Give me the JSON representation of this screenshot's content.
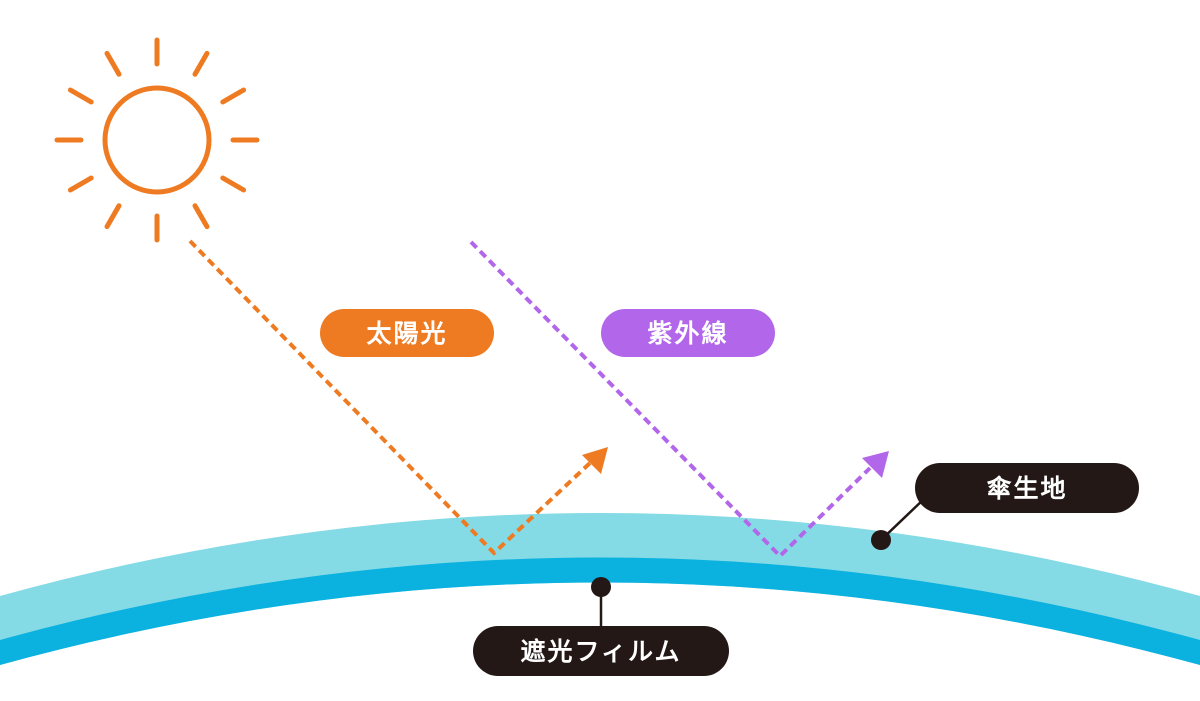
{
  "labels": {
    "sunlight": "太陽光",
    "uv": "紫外線",
    "umbrella_fabric": "傘生地",
    "shading_film": "遮光フィルム"
  },
  "icons": {
    "sun": "sun-icon"
  },
  "colors": {
    "sunlight": "#EE7B22",
    "uv": "#B266EA",
    "fabric": "#84DAE5",
    "film": "#0BB1DF",
    "label_dark": "#231815",
    "label_text": "#FFFFFF",
    "background": "#FFFFFF"
  }
}
